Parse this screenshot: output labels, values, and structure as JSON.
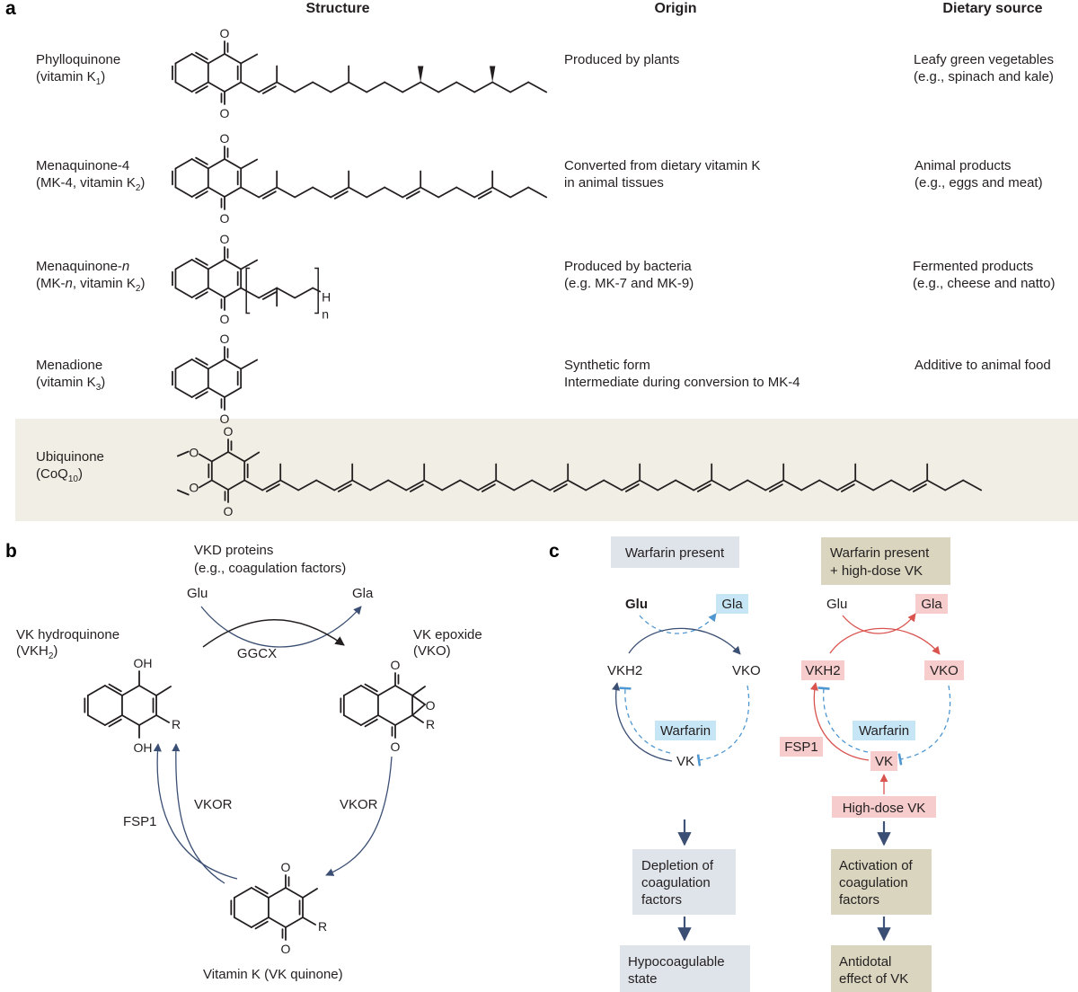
{
  "panel_a": {
    "label": "a",
    "headers": {
      "structure": "Structure",
      "origin": "Origin",
      "dietary": "Dietary source"
    },
    "rows": [
      {
        "name": "Phylloquinone",
        "sub_pre": "(vitamin K",
        "sub_idx": "1",
        "sub_post": ")",
        "origin": [
          "Produced by plants"
        ],
        "source": [
          "Leafy green vegetables",
          "(e.g., spinach and kale)"
        ]
      },
      {
        "name": "Menaquinone-4",
        "sub_pre": "(MK-4, vitamin K",
        "sub_idx": "2",
        "sub_post": ")",
        "origin": [
          "Converted from dietary vitamin K",
          "in animal tissues"
        ],
        "source": [
          "Animal products",
          "(e.g., eggs and meat)"
        ]
      },
      {
        "name_pre": "Menaquinone-",
        "name_it": "n",
        "sub_p1": "(MK-",
        "sub_it": "n",
        "sub_pre": ", vitamin K",
        "sub_idx": "2",
        "sub_post": ")",
        "origin": [
          "Produced by bacteria",
          "(e.g. MK-7 and MK-9)"
        ],
        "source": [
          "Fermented products",
          "(e.g., cheese and natto)"
        ]
      },
      {
        "name": "Menadione",
        "sub_pre": "(vitamin K",
        "sub_idx": "3",
        "sub_post": ")",
        "origin": [
          "Synthetic form",
          "Intermediate during conversion to MK-4"
        ],
        "source": [
          "Additive to animal food"
        ]
      },
      {
        "name": "Ubiquinone",
        "sub_pre": "(CoQ",
        "sub_idx": "10",
        "sub_post": ")",
        "origin": [],
        "source": []
      }
    ],
    "atoms": {
      "O": "O",
      "H": "H",
      "n": "n"
    }
  },
  "panel_b": {
    "label": "b",
    "vkd_title": [
      "VKD proteins",
      "(e.g., coagulation factors)"
    ],
    "glu": "Glu",
    "gla": "Gla",
    "ggcx": "GGCX",
    "vkh2_label": [
      "VK hydroquinone"
    ],
    "vkh2_abbr_pre": "(VKH",
    "vkh2_abbr_idx": "2",
    "vkh2_abbr_post": ")",
    "vko_label": [
      "VK epoxide",
      "(VKO)"
    ],
    "vkor_left": "VKOR",
    "vkor_right": "VKOR",
    "fsp1": "FSP1",
    "vk_label": "Vitamin K (VK quinone)",
    "atoms": {
      "OH": "OH",
      "O": "O",
      "R": "R"
    }
  },
  "panel_c": {
    "label": "c",
    "left": {
      "title": "Warfarin present",
      "glu": "Glu",
      "gla": "Gla",
      "vkh2": "VKH2",
      "vko": "VKO",
      "warfarin": "Warfarin",
      "vk": "VK",
      "box1": [
        "Depletion of",
        "coagulation",
        "factors"
      ],
      "box2": [
        "Hypocoagulable",
        "state"
      ]
    },
    "right": {
      "title": [
        "Warfarin present",
        "+ high-dose VK"
      ],
      "glu": "Glu",
      "gla": "Gla",
      "vkh2": "VKH2",
      "vko": "VKO",
      "warfarin": "Warfarin",
      "vk": "VK",
      "fsp1": "FSP1",
      "highdose": "High-dose VK",
      "box1": [
        "Activation of",
        "coagulation",
        "factors"
      ],
      "box2": [
        "Antidotal",
        "effect of VK"
      ]
    }
  },
  "colors": {
    "beige_band": "#f1eee5",
    "slate_box": "#dfe3ea",
    "olive_box": "#d9d5bf",
    "blue_tag": "#c6e6f6",
    "pink_tag": "#f6cccc",
    "navy": "#3b4f74",
    "blue_dash": "#4f97d0",
    "red": "#d9534f",
    "dark_arrow": "#3e5377"
  }
}
